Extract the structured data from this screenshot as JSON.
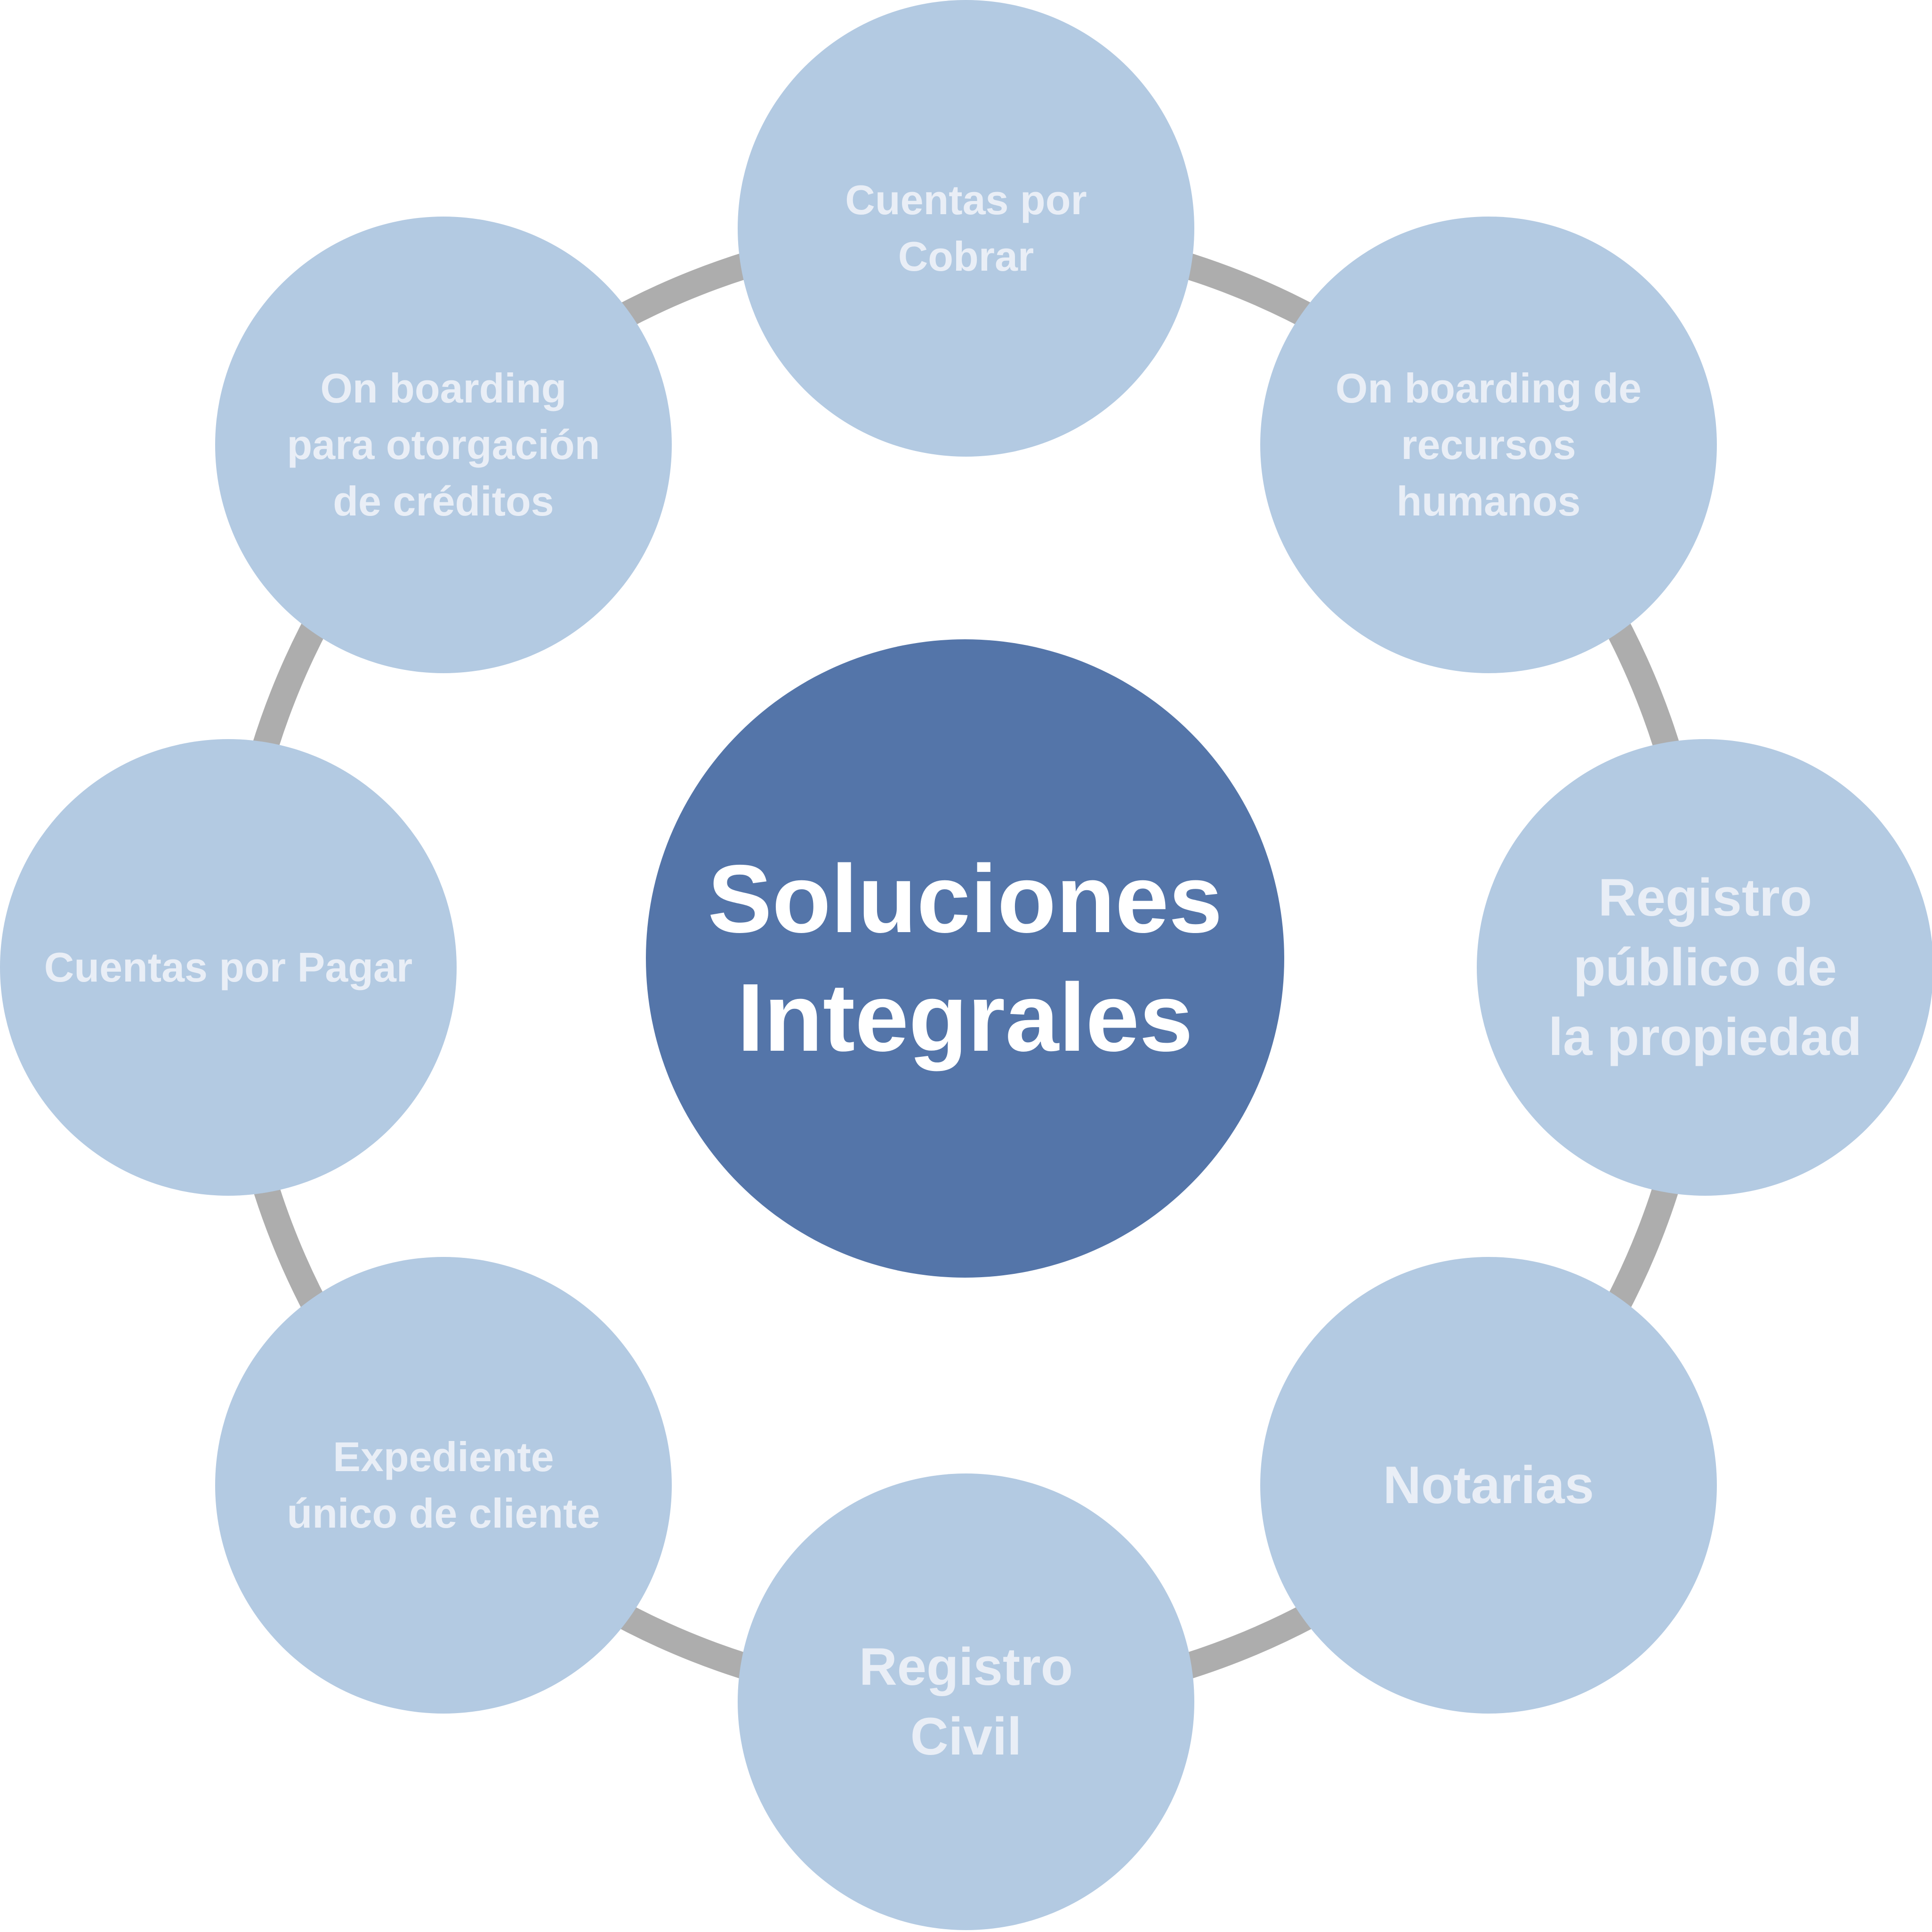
{
  "colors": {
    "ring": "#adadad",
    "center_fill": "#5475a9",
    "satellite_fill": "#b3cae2",
    "center_text": "#ffffff",
    "satellite_text": "#e9eef6"
  },
  "center": {
    "label": "Soluciones\nIntegrales"
  },
  "satellites": {
    "top": "Cuentas por\nCobrar",
    "top_right": "On boarding de\nrecursos\nhumanos",
    "right": "Registro\npúblico de\nla propiedad",
    "bottom_right": "Notarias",
    "bottom": "Registro\nCivil",
    "bottom_left": "Expediente\núnico de cliente",
    "left": "Cuentas por Pagar",
    "top_left": "On boarding\npara otorgación\nde créditos"
  }
}
